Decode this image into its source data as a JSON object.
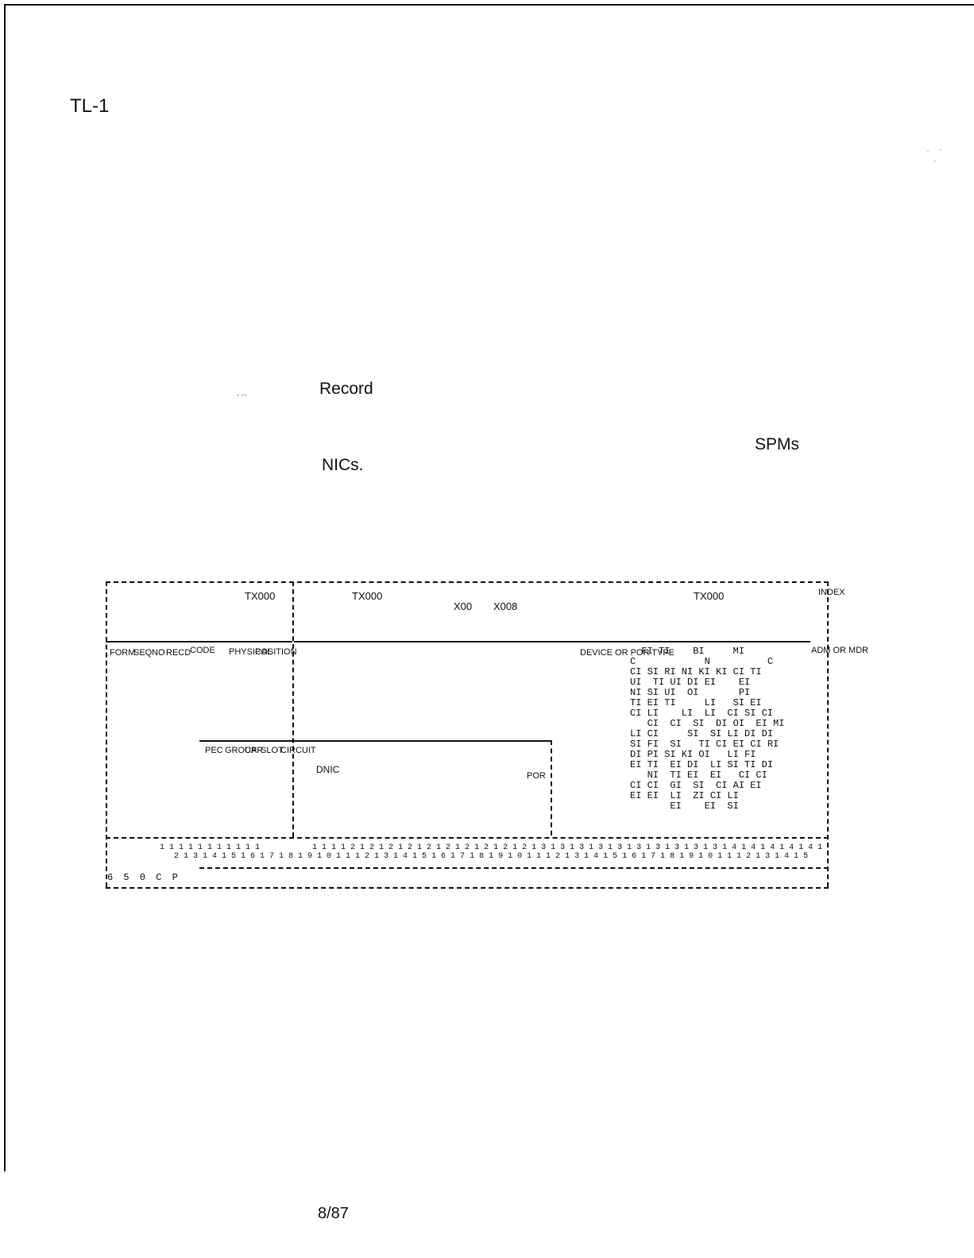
{
  "page": {
    "header_code": "TL-1",
    "record_word": "Record",
    "spms_word": "SPMs",
    "nics_word": "NICs.",
    "footer_date": "8/87"
  },
  "form": {
    "top_labels": {
      "tx_a": "TX000",
      "tx_b": "TX000",
      "x00": "X00",
      "x008": "X008",
      "tx_c": "TX000",
      "index": "INDEX"
    },
    "fields": {
      "form": "FORM",
      "seq": "SEQ",
      "no": "NO",
      "recd": "RECD",
      "code": "CODE",
      "physical": "PHYSICAL",
      "position": "POSITION",
      "device_or_por_type": "DEVICE OR POR TYPE",
      "pec": "PEC",
      "group": "GROUP",
      "car": "CAR",
      "slot": "SLOT",
      "circuit": "CIRCUIT",
      "dnic": "DNIC",
      "por": "POR",
      "adm_or_mdr": "ADM OR MDR"
    },
    "code_row": [
      "6",
      "5",
      "0",
      "C",
      "P"
    ]
  }
}
